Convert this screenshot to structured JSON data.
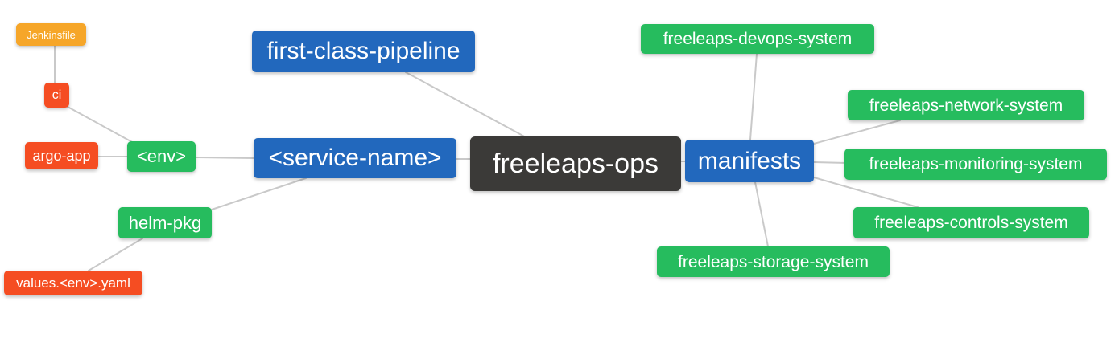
{
  "diagram": {
    "type": "mindmap",
    "root_label": "freeleaps-ops",
    "colors": {
      "blue": "#2268bd",
      "green": "#26bc5e",
      "orange": "#f6a629",
      "red": "#f54d22",
      "dark": "#3b3a38",
      "line": "#c9c9c9",
      "text": "#ffffff",
      "background": "#ffffff"
    },
    "nodes": [
      {
        "id": "freeleaps-ops",
        "label": "freeleaps-ops",
        "color": "dark",
        "role": "root"
      },
      {
        "id": "first-class-pipeline",
        "label": "first-class-pipeline",
        "color": "blue",
        "role": "branch"
      },
      {
        "id": "service-name",
        "label": "<service-name>",
        "color": "blue",
        "role": "branch"
      },
      {
        "id": "manifests",
        "label": "manifests",
        "color": "blue",
        "role": "branch"
      },
      {
        "id": "env",
        "label": "<env>",
        "color": "green",
        "role": "leaf"
      },
      {
        "id": "helm-pkg",
        "label": "helm-pkg",
        "color": "green",
        "role": "leaf"
      },
      {
        "id": "ci",
        "label": "ci",
        "color": "red",
        "role": "leaf"
      },
      {
        "id": "argo-app",
        "label": "argo-app",
        "color": "red",
        "role": "leaf"
      },
      {
        "id": "jenkinsfile",
        "label": "Jenkinsfile",
        "color": "orange",
        "role": "leaf"
      },
      {
        "id": "values-env-yaml",
        "label": "values.<env>.yaml",
        "color": "red",
        "role": "leaf"
      },
      {
        "id": "freeleaps-devops-system",
        "label": "freeleaps-devops-system",
        "color": "green",
        "role": "leaf"
      },
      {
        "id": "freeleaps-network-system",
        "label": "freeleaps-network-system",
        "color": "green",
        "role": "leaf"
      },
      {
        "id": "freeleaps-monitoring-system",
        "label": "freeleaps-monitoring-system",
        "color": "green",
        "role": "leaf"
      },
      {
        "id": "freeleaps-controls-system",
        "label": "freeleaps-controls-system",
        "color": "green",
        "role": "leaf"
      },
      {
        "id": "freeleaps-storage-system",
        "label": "freeleaps-storage-system",
        "color": "green",
        "role": "leaf"
      }
    ],
    "edges": [
      {
        "from": "jenkinsfile",
        "to": "ci"
      },
      {
        "from": "ci",
        "to": "env"
      },
      {
        "from": "argo-app",
        "to": "env"
      },
      {
        "from": "env",
        "to": "service-name"
      },
      {
        "from": "helm-pkg",
        "to": "service-name"
      },
      {
        "from": "values-env-yaml",
        "to": "helm-pkg"
      },
      {
        "from": "service-name",
        "to": "freeleaps-ops"
      },
      {
        "from": "first-class-pipeline",
        "to": "freeleaps-ops"
      },
      {
        "from": "freeleaps-ops",
        "to": "manifests"
      },
      {
        "from": "manifests",
        "to": "freeleaps-devops-system"
      },
      {
        "from": "manifests",
        "to": "freeleaps-network-system"
      },
      {
        "from": "manifests",
        "to": "freeleaps-monitoring-system"
      },
      {
        "from": "manifests",
        "to": "freeleaps-controls-system"
      },
      {
        "from": "manifests",
        "to": "freeleaps-storage-system"
      }
    ]
  }
}
